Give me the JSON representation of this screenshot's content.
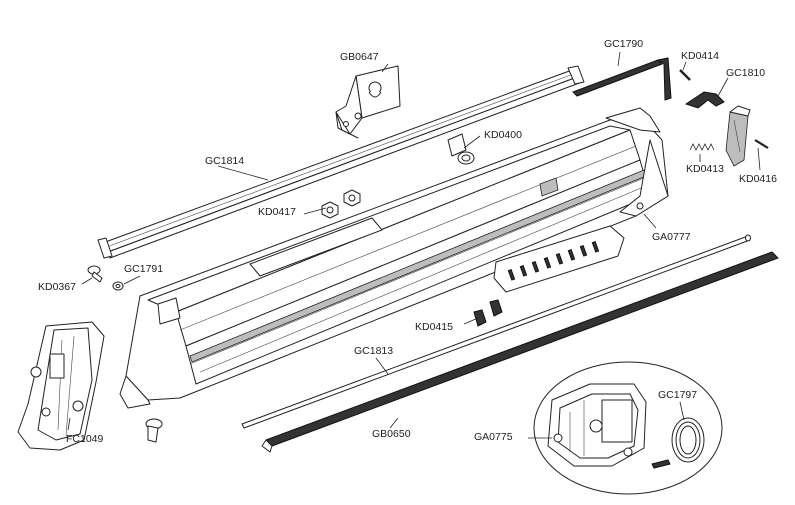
{
  "parts": {
    "gb0647": "GB0647",
    "gc1790": "GC1790",
    "kd0414": "KD0414",
    "gc1810": "GC1810",
    "kd0400": "KD0400",
    "gc1814": "GC1814",
    "kd0413": "KD0413",
    "kd0416": "KD0416",
    "kd0417": "KD0417",
    "ga0777": "GA0777",
    "kd0367": "KD0367",
    "gc1791": "GC1791",
    "kd0415": "KD0415",
    "gc1813": "GC1813",
    "gc1797": "GC1797",
    "ga0775": "GA0775",
    "gb0650": "GB0650",
    "fc1049": "FC1049"
  }
}
